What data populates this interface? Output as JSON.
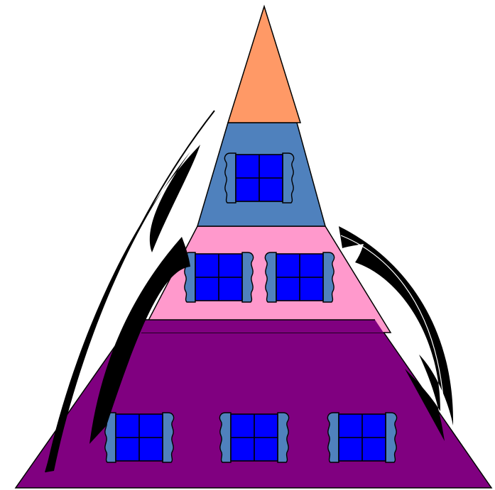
{
  "colors": {
    "background": "#ffffff",
    "tier_top": "#ff9966",
    "tier_second": "#4f81bd",
    "tier_third": "#ff99cc",
    "tier_base": "#800080",
    "window_glass": "#0000ff",
    "curtain": "#4f81bd",
    "arrow": "#000000",
    "outline": "#000000"
  },
  "diagram": {
    "tiers": [
      "top",
      "second",
      "third",
      "base"
    ],
    "window_counts": {
      "top": 0,
      "second": 1,
      "third": 2,
      "base": 3
    },
    "arrows": [
      "left-upward-curved-arrow",
      "right-downward-curved-arrow"
    ]
  }
}
